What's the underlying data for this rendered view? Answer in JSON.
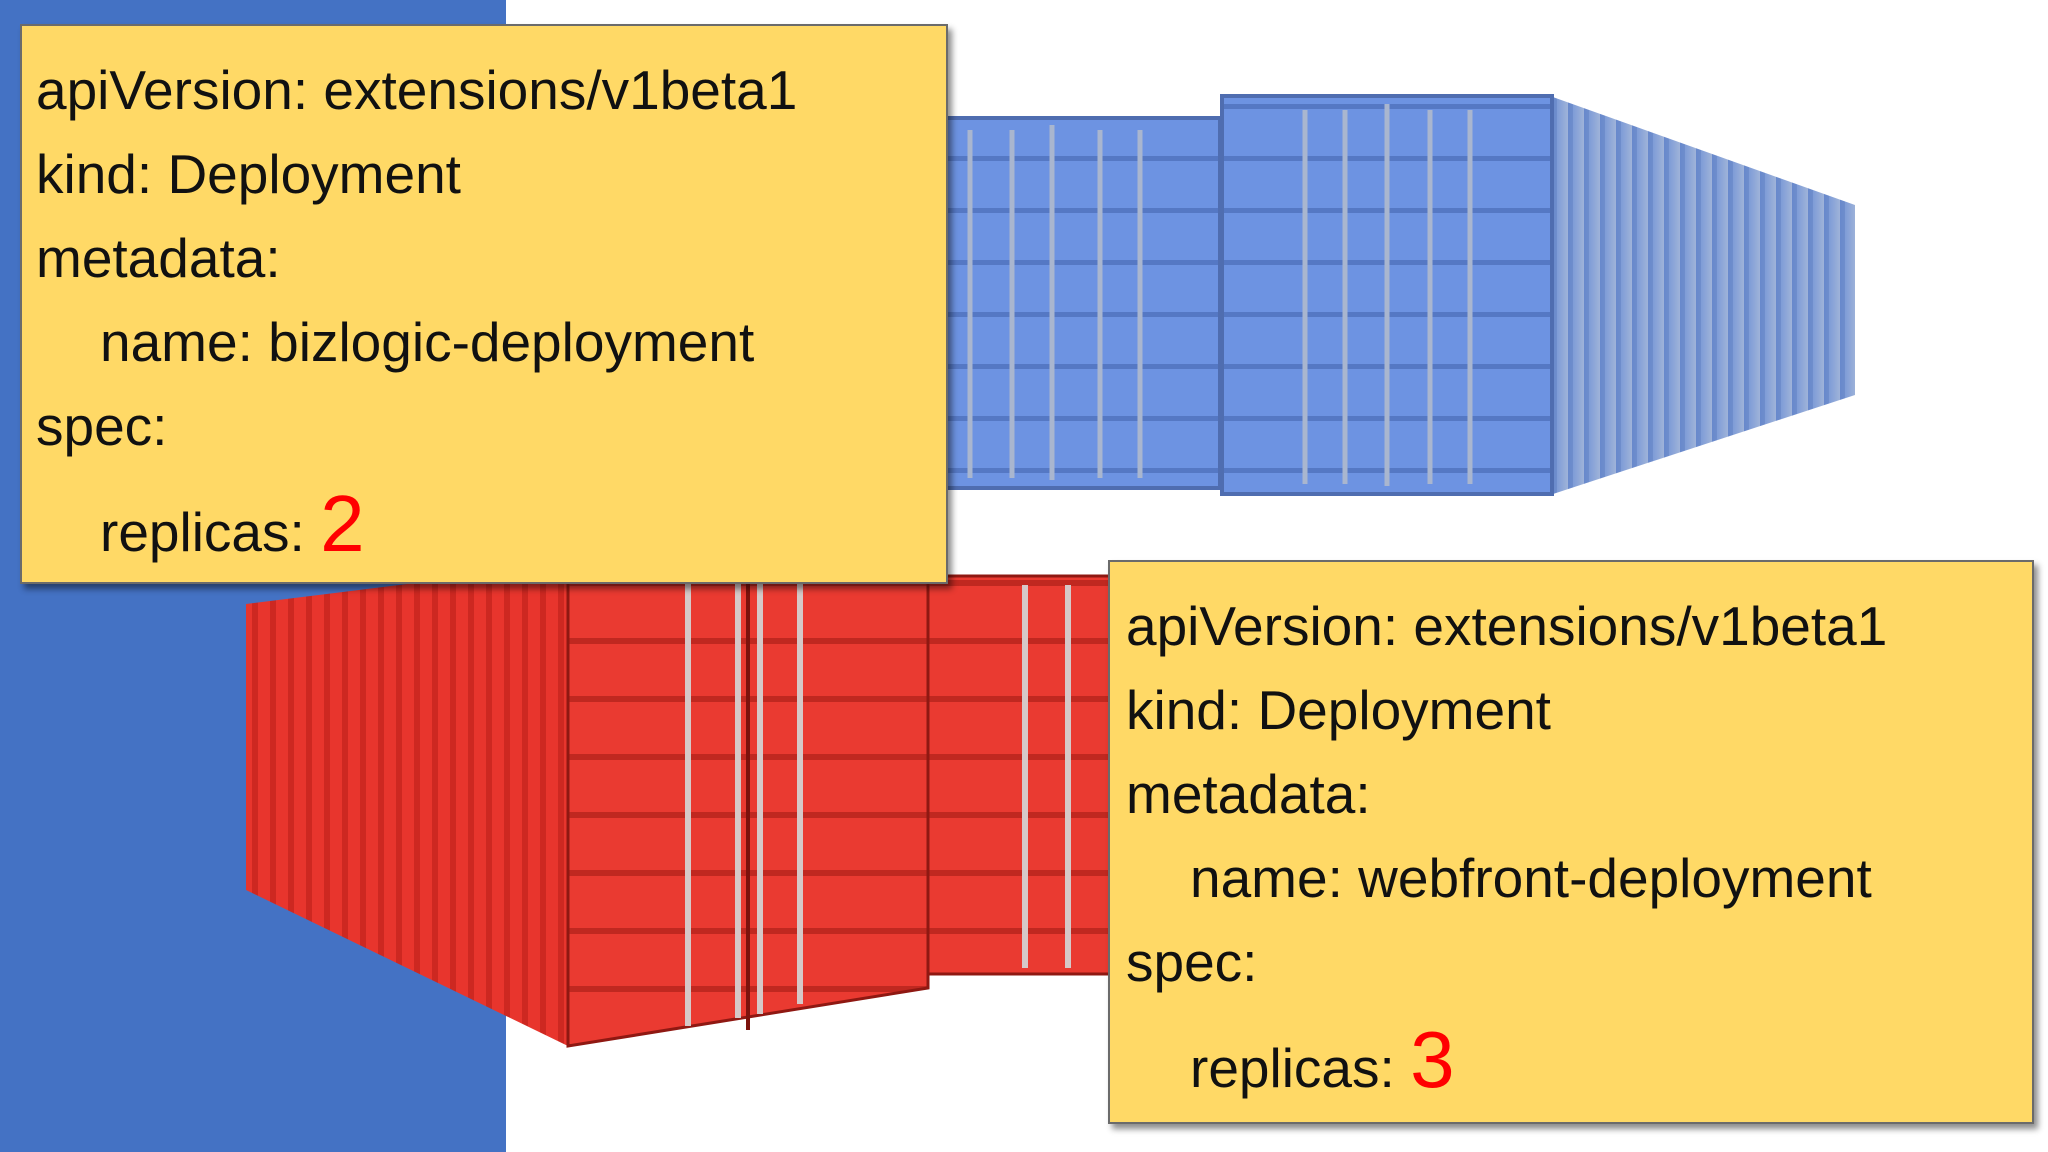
{
  "colors": {
    "left_panel": "#4472c4",
    "note_background": "#ffd966",
    "replica_value": "#ff0000",
    "blue_container": "#6a8fd8",
    "red_container": "#e2322c"
  },
  "images": {
    "blue_containers": "blue-shipping-containers",
    "red_containers": "red-shipping-containers"
  },
  "deployments": [
    {
      "api_version": "apiVersion: extensions/v1beta1",
      "kind": "kind: Deployment",
      "metadata": "metadata:",
      "name": "name: bizlogic-deployment",
      "spec": "spec:",
      "replicas_label": "replicas:",
      "replicas": "2"
    },
    {
      "api_version": "apiVersion: extensions/v1beta1",
      "kind": "kind: Deployment",
      "metadata": "metadata:",
      "name": "name: webfront-deployment",
      "spec": "spec:",
      "replicas_label": "replicas:",
      "replicas": "3"
    }
  ]
}
